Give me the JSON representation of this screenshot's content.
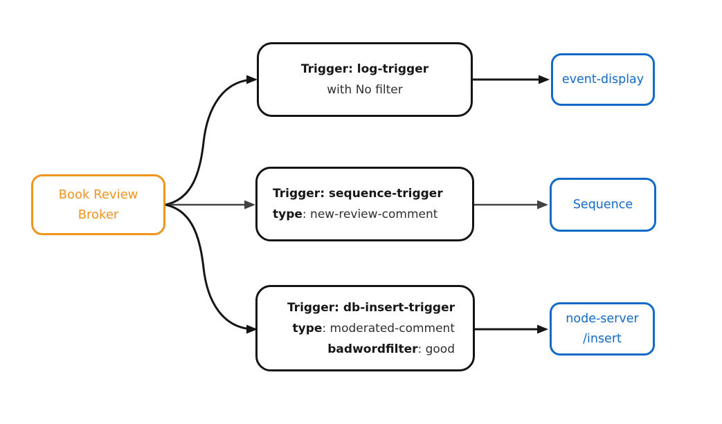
{
  "diagram": {
    "broker": {
      "line1": "Book Review",
      "line2": "Broker"
    },
    "triggers": [
      {
        "title": "Trigger: log-trigger",
        "filter_text": "with No filter"
      },
      {
        "title": "Trigger: sequence-trigger",
        "attrs": [
          {
            "key": "type",
            "value": ": new-review-comment"
          }
        ]
      },
      {
        "title": "Trigger: db-insert-trigger",
        "attrs": [
          {
            "key": "type",
            "value": ": moderated-comment"
          },
          {
            "key": "badwordfilter",
            "value": ": good"
          }
        ]
      }
    ],
    "sinks": [
      {
        "label": "event-display"
      },
      {
        "label": "Sequence"
      },
      {
        "line1": "node-server",
        "line2": "/insert"
      }
    ],
    "colors": {
      "broker_orange": "#f0941c",
      "sink_blue": "#1169c8",
      "node_black": "#141414",
      "arrow_black": "#151515",
      "arrow_gray": "#424242",
      "background": "#ffffff"
    }
  }
}
